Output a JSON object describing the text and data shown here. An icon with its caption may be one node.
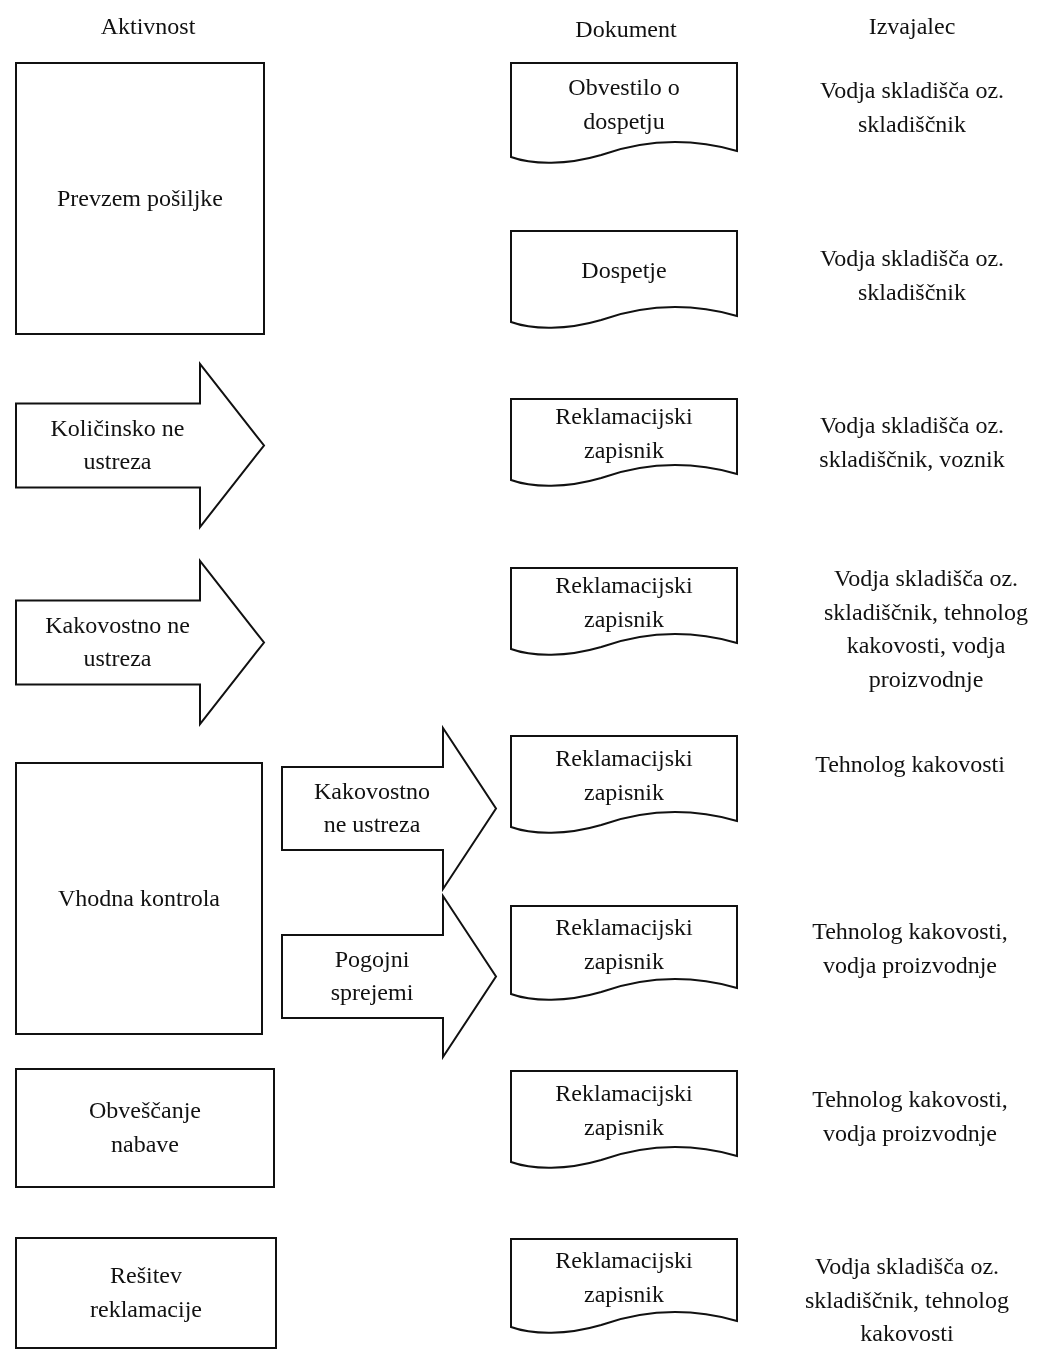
{
  "diagram": {
    "nodes": [
      {
        "text": [
          "Prevzem pošiljke"
        ]
      },
      {
        "text": [
          "Obvestilo o dospetju"
        ]
      },
      {
        "text": [
          "Dospetje"
        ]
      },
      {
        "text": [
          "Količinsko ne ustreza"
        ]
      },
      {
        "text": [
          "Reklamacijski zapisnik"
        ]
      },
      {
        "text": [
          "Kakovostno ne ustreza"
        ]
      },
      {
        "text": [
          "Reklamacijski zapisnik"
        ]
      },
      {
        "text": [
          "Vhodna kontrola"
        ]
      },
      {
        "text": [
          "Kakovostno ne ustreza"
        ]
      },
      {
        "text": [
          "Reklamacijski zapisnik"
        ]
      },
      {
        "text": [
          "Pogojni sprejemi"
        ]
      },
      {
        "text": [
          "Reklamacijski zapisnik"
        ]
      },
      {
        "text": [
          "Obveščanje nabave"
        ]
      },
      {
        "text": [
          "Reklamacijski zapisnik"
        ]
      },
      {
        "text": [
          "Rešitev reklamacije"
        ]
      },
      {
        "text": [
          "Reklamacijski zapisnik"
        ]
      }
    ],
    "labels": [
      "Aktivnost",
      "Dokument",
      "Izvajalec",
      "Vodja skladišča oz. skladiščnik",
      "Vodja skladišča oz. skladiščnik",
      "Vodja skladišča oz. skladiščnik, voznik",
      "Vodja skladišča oz. skladiščnik, tehnolog kakovosti, vodja proizvodnje",
      "Tehnolog kakovosti",
      "Tehnolog kakovosti, vodja proizvodnje",
      "Tehnolog kakovosti, vodja proizvodnje",
      "Vodja skladišča oz. skladiščnik, tehnolog kakovosti"
    ]
  }
}
